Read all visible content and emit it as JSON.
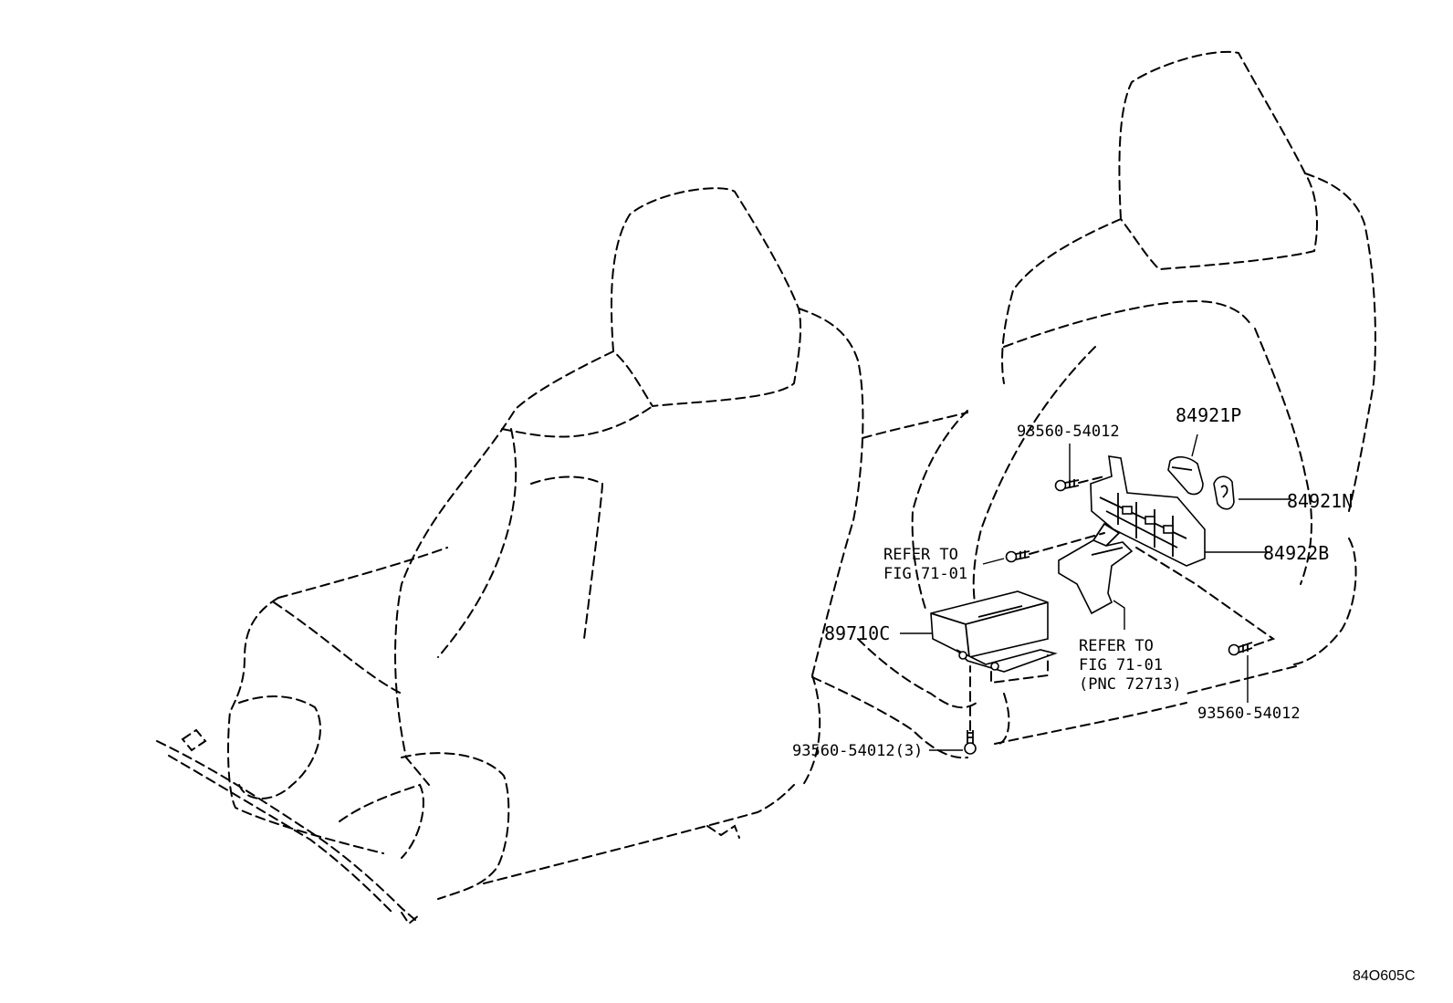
{
  "diagram": {
    "figure_id": "84O605C",
    "callouts": {
      "bolt_top": "93560-54012",
      "ring_label": "84921P",
      "switch_knob": "84921N",
      "switch_assy": "84922B",
      "refer_upper_line1": "REFER TO",
      "refer_upper_line2": "FIG 71-01",
      "sensor": "89710C",
      "refer_lower_line1": "REFER TO",
      "refer_lower_line2": "FIG 71-01",
      "refer_lower_line3": "(PNC 72713)",
      "bolt_right": "93560-54012",
      "bolt_bottom": "93560-54012(3)"
    }
  }
}
